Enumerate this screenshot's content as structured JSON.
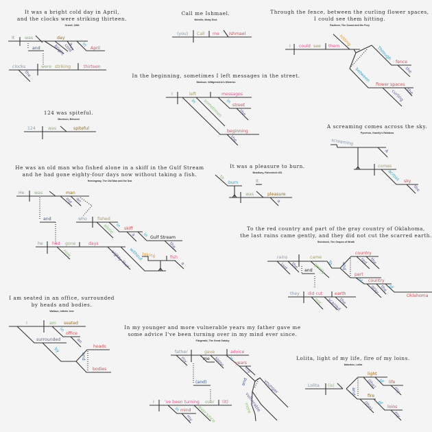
{
  "colors": {
    "gray": "#8a97a8",
    "olive": "#a89a6a",
    "brown": "#9a6a22",
    "red": "#c9535a",
    "pink": "#e0528f",
    "purple": "#6e5a98",
    "blue": "#3aa0c4",
    "navy": "#3a5a8a",
    "green": "#8cc07a",
    "orange": "#e09a3a",
    "black": "#222222"
  },
  "diagrams": [
    {
      "id": "orwell",
      "quote_lines": [
        "It was a bright cold day in April,",
        "and the clocks were striking thirteen."
      ],
      "citation": "Orwell, 1984",
      "words": {
        "w1": "It",
        "w2": "was",
        "w3": "day",
        "w4": "and",
        "w5": "bright",
        "w6": "cold",
        "w7": "a",
        "w8": "in",
        "w9": "April",
        "w10": "clocks",
        "w11": "were",
        "w12": "striking",
        "w13": "thirteen",
        "w14": "the"
      }
    },
    {
      "id": "melville",
      "quote_lines": [
        "Call me Ishmael."
      ],
      "citation": "Melville, Moby Dick",
      "words": {
        "w1": "(you)",
        "w2": "Call",
        "w3": "me",
        "w4": "Ishmael"
      }
    },
    {
      "id": "faulkner",
      "quote_lines": [
        "Through the fence, between the curling flower spaces,",
        "I could see them hitting."
      ],
      "citation": "Faulkner, The Sound and the Fury",
      "words": {
        "w1": "I",
        "w2": "could",
        "w3": "see",
        "w4": "them",
        "w5": "hitting",
        "w6": "Through",
        "w7": "fence",
        "w8": "the",
        "w9": "between",
        "w10": "flower spaces",
        "w11": "the",
        "w12": "curling"
      }
    },
    {
      "id": "markson",
      "quote_lines": [
        "In the beginning, sometimes I left messages in the street."
      ],
      "citation": "Markson, Wittgenstein's Mistress",
      "words": {
        "w1": "I",
        "w2": "left",
        "w3": "messages",
        "w4": "In",
        "w5": "sometimes",
        "w6": "in",
        "w7": "street",
        "w8": "the",
        "w9": "beginning",
        "w10": "the"
      }
    },
    {
      "id": "morrison",
      "quote_lines": [
        "124 was spiteful."
      ],
      "citation": "Morrison, Beloved",
      "words": {
        "w1": "124",
        "w2": "was",
        "w3": "spiteful"
      }
    },
    {
      "id": "pynchon",
      "quote_lines": [
        "A screaming comes across the sky."
      ],
      "citation": "Pynchon, Gravity's Rainbow",
      "words": {
        "w1": "screaming",
        "w2": "A",
        "w3": "comes",
        "w4": "across",
        "w5": "sky",
        "w6": "the"
      }
    },
    {
      "id": "hemingway",
      "quote_lines": [
        "He was an old man who fished alone in a skiff in the Gulf Stream",
        "and he had gone eighty-four days now without taking a fish."
      ],
      "citation": "Hemingway, The Old Man and the Sea",
      "words": {
        "w1": "He",
        "w2": "was",
        "w3": "man",
        "w4": "old",
        "w5": "an",
        "w6": "and",
        "w7": "who",
        "w8": "fished",
        "w9": "alone",
        "w10": "in",
        "w11": "skiff",
        "w12": "a",
        "w13": "in",
        "w14": "Gulf Stream",
        "w15": "the",
        "w16": "he",
        "w17": "had",
        "w18": "gone",
        "w19": "days",
        "w20": "now",
        "w21": "eighty-four",
        "w22": "without",
        "w23": "taking",
        "w24": "fish",
        "w25": "a"
      }
    },
    {
      "id": "bradbury",
      "quote_lines": [
        "It was a pleasure to burn."
      ],
      "citation": "Bradbury, Fahrenheit 451",
      "words": {
        "w1": "to",
        "w2": "burn",
        "w3": "It",
        "w4": "was",
        "w5": "pleasure",
        "w6": "a"
      }
    },
    {
      "id": "steinbeck",
      "quote_lines": [
        "To the red country and part of the gray country of Oklahoma,",
        "the last rains came gently, and they did not cut the scarred earth."
      ],
      "citation": "Steinbeck, The Grapes of Wrath",
      "words": {
        "w1": "rains",
        "w2": "came",
        "w3": "last",
        "w4": "the",
        "w5": "gently",
        "w6": "To",
        "w7": "and",
        "w8": "country",
        "w9": "red",
        "w10": "the",
        "w11": "and",
        "w12": "part",
        "w13": "of",
        "w14": "country",
        "w15": "gray",
        "w16": "the",
        "w17": "of",
        "w18": "Oklahoma",
        "w19": "they",
        "w20": "did cut",
        "w21": "earth",
        "w22": "not",
        "w23": "scarred",
        "w24": "the"
      }
    },
    {
      "id": "wallace",
      "quote_lines": [
        "I am seated in an office, surrounded",
        "by heads and bodies."
      ],
      "citation": "Wallace, Infinite Jest",
      "words": {
        "w1": "I",
        "w2": "am",
        "w3": "seated",
        "w4": "in",
        "w5": "office",
        "w6": "an",
        "w7": "surrounded",
        "w8": "by",
        "w9": "heads",
        "w10": "and",
        "w11": "bodies"
      }
    },
    {
      "id": "fitzgerald",
      "quote_lines": [
        "In my younger and more vulnerable years my father gave me",
        "some advice I've been turning over in my mind ever since."
      ],
      "citation": "Fitzgerald, The Great Gatsby",
      "words": {
        "w1": "father",
        "w2": "gave",
        "w3": "advice",
        "w4": "my",
        "w5": "me",
        "w6": "some",
        "w7": "In",
        "w8": "years",
        "w9": "my",
        "w10": "and",
        "w11": "younger",
        "w12": "vulnerable",
        "w13": "more",
        "w14": "(and)",
        "w15": "I",
        "w16": "'ve been turning",
        "w17": "over",
        "w18": "(it)",
        "w19": "in",
        "w20": "mind",
        "w21": "my",
        "w22": "ever since"
      }
    },
    {
      "id": "nabokov",
      "quote_lines": [
        "Lolita, light of my life, fire of my loins."
      ],
      "citation": "Nabokov, Lolita",
      "words": {
        "w1": "Lolita",
        "w2": "(is)",
        "w3": "light",
        "w4": "(the)",
        "w5": "of",
        "w6": "life",
        "w7": "my",
        "w8": "and",
        "w9": "fire",
        "w10": "(the)",
        "w11": "of",
        "w12": "loins",
        "w13": "my"
      }
    }
  ]
}
